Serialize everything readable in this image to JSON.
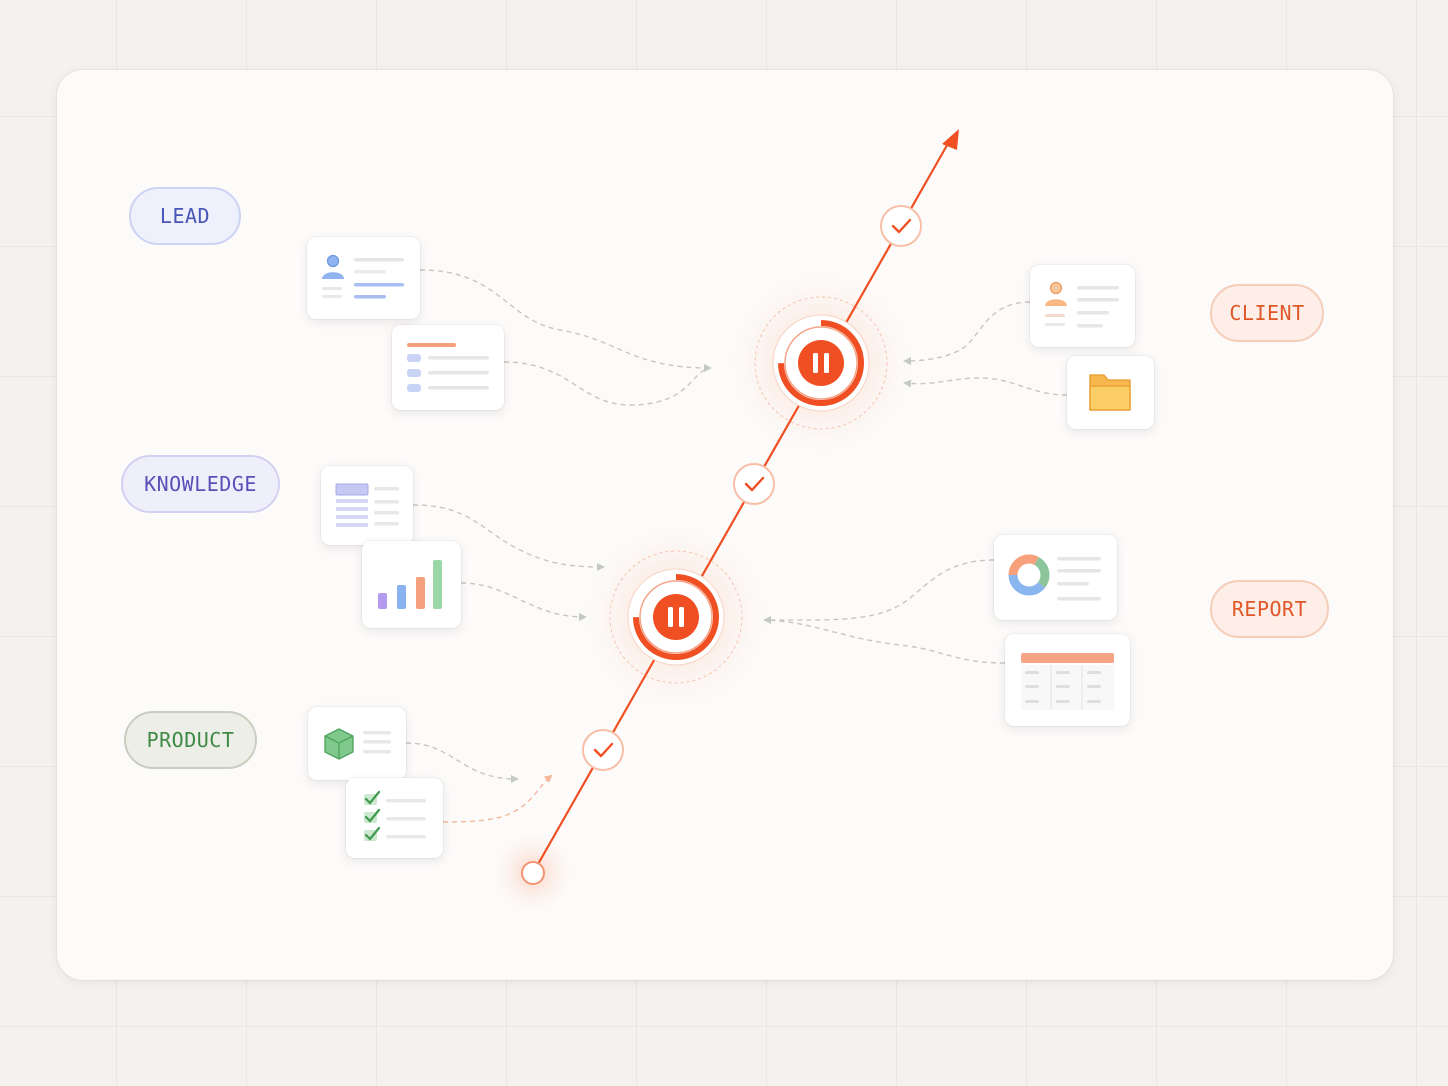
{
  "categories": {
    "lead": "LEAD",
    "knowledge": "KNOWLEDGE",
    "product": "PRODUCT",
    "client": "CLIENT",
    "report": "REPORT"
  },
  "colors": {
    "accent": "#ef4f22",
    "accent_light": "#f7a888",
    "lead": "#4a55b8",
    "knowledge": "#5a4fb5",
    "product": "#3e8a45",
    "client": "#e0572a",
    "report": "#e0572a",
    "connector": "#c9c6c2"
  },
  "icons": {
    "lead_card": "user-profile-icon",
    "lead_list": "list-document-icon",
    "knowledge_doc": "table-document-icon",
    "knowledge_chart": "bar-chart-icon",
    "product_box": "cube-icon",
    "product_tasks": "checklist-icon",
    "client_card": "user-profile-icon",
    "client_folder": "folder-icon",
    "report_donut": "donut-chart-icon",
    "report_table": "spreadsheet-icon",
    "stage_nodes": "pause-icon",
    "milestones": "check-icon",
    "path_end": "arrow-head-icon"
  }
}
